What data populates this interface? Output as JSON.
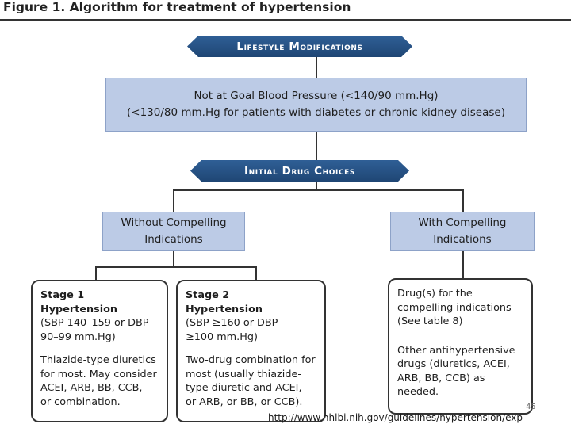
{
  "figure_title": "Figure 1. Algorithm for treatment of hypertension",
  "lifestyle": {
    "label": "Lifestyle Modifications"
  },
  "goal": {
    "line1": "Not at Goal Blood Pressure (<140/90 mm.Hg)",
    "line2": "(<130/80 mm.Hg for patients with diabetes or chronic kidney disease)"
  },
  "initial": {
    "label": "Initial Drug Choices"
  },
  "without": {
    "line1": "Without Compelling",
    "line2": "Indications"
  },
  "with": {
    "line1": "With Compelling",
    "line2": "Indications"
  },
  "stage1": {
    "title1": "Stage 1",
    "title2": "Hypertension",
    "criteria1": "(SBP 140–159 or DBP",
    "criteria2": "90–99 mm.Hg)",
    "rec1": "Thiazide-type diuretics",
    "rec2": "for most. May consider",
    "rec3": "ACEI, ARB, BB, CCB,",
    "rec4": "or combination."
  },
  "stage2": {
    "title1": "Stage 2",
    "title2": "Hypertension",
    "criteria1": "(SBP ≥160 or DBP",
    "criteria2": "≥100 mm.Hg)",
    "rec1": "Two-drug combination for",
    "rec2": "most (usually thiazide-",
    "rec3": "type diuretic and ACEI,",
    "rec4": "or ARB, or BB, or CCB)."
  },
  "compelling": {
    "a1": "Drug(s) for the",
    "a2": "compelling indications",
    "a3": "(See table 8)",
    "b1": "Other antihypertensive",
    "b2": "drugs (diuretics, ACEI,",
    "b3": "ARB, BB, CCB) as needed."
  },
  "footer": {
    "link": "http://www.nhlbi.nih.gov/guidelines/hypertension/exp",
    "page": "45"
  },
  "colors": {
    "banner": "#1f4674",
    "box_fill": "#bccbe6",
    "line": "#333333"
  }
}
